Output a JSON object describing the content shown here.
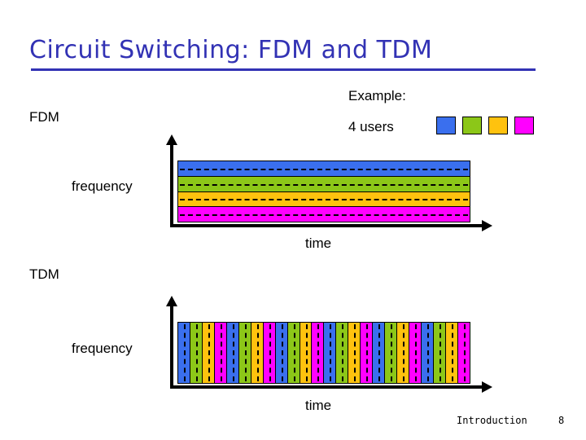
{
  "slide": {
    "title": "Circuit Switching: FDM and TDM",
    "title_color": "#3232b4"
  },
  "labels": {
    "fdm": "FDM",
    "tdm": "TDM",
    "example": "Example:",
    "users": "4 users"
  },
  "legend": {
    "swatches": [
      {
        "name": "user-1",
        "color": "#3a6fee"
      },
      {
        "name": "user-2",
        "color": "#8cc718"
      },
      {
        "name": "user-3",
        "color": "#ffc20e"
      },
      {
        "name": "user-4",
        "color": "#ff00ff"
      }
    ]
  },
  "footer": {
    "source": "Introduction",
    "page": "8"
  },
  "chart_data": [
    {
      "type": "bar",
      "name": "fdm-diagram",
      "title": "FDM",
      "xlabel": "time",
      "ylabel": "frequency",
      "grid": false,
      "legend_position": "top-right",
      "orientation": "horizontal-bands",
      "categories": [
        "user-1",
        "user-2",
        "user-3",
        "user-4"
      ],
      "values": [
        1,
        1,
        1,
        1
      ],
      "bands": [
        {
          "user": "user-1",
          "color": "#3a6fee",
          "dashed_center": true
        },
        {
          "user": "user-2",
          "color": "#8cc718",
          "dashed_center": true
        },
        {
          "user": "user-3",
          "color": "#ffc20e",
          "dashed_center": true
        },
        {
          "user": "user-4",
          "color": "#ff00ff",
          "dashed_center": true
        }
      ]
    },
    {
      "type": "bar",
      "name": "tdm-diagram",
      "title": "TDM",
      "xlabel": "time",
      "ylabel": "frequency",
      "grid": false,
      "legend_position": "top-right",
      "orientation": "vertical-slots",
      "categories": [
        "user-1",
        "user-2",
        "user-3",
        "user-4"
      ],
      "cycles": 6,
      "slots": [
        {
          "user": "user-1",
          "color": "#3a6fee",
          "dashed_center": true
        },
        {
          "user": "user-2",
          "color": "#8cc718",
          "dashed_center": true
        },
        {
          "user": "user-3",
          "color": "#ffc20e",
          "dashed_center": true
        },
        {
          "user": "user-4",
          "color": "#ff00ff",
          "dashed_center": true
        },
        {
          "user": "user-1",
          "color": "#3a6fee",
          "dashed_center": true
        },
        {
          "user": "user-2",
          "color": "#8cc718",
          "dashed_center": true
        },
        {
          "user": "user-3",
          "color": "#ffc20e",
          "dashed_center": true
        },
        {
          "user": "user-4",
          "color": "#ff00ff",
          "dashed_center": true
        },
        {
          "user": "user-1",
          "color": "#3a6fee",
          "dashed_center": true
        },
        {
          "user": "user-2",
          "color": "#8cc718",
          "dashed_center": true
        },
        {
          "user": "user-3",
          "color": "#ffc20e",
          "dashed_center": true
        },
        {
          "user": "user-4",
          "color": "#ff00ff",
          "dashed_center": true
        },
        {
          "user": "user-1",
          "color": "#3a6fee",
          "dashed_center": true
        },
        {
          "user": "user-2",
          "color": "#8cc718",
          "dashed_center": true
        },
        {
          "user": "user-3",
          "color": "#ffc20e",
          "dashed_center": true
        },
        {
          "user": "user-4",
          "color": "#ff00ff",
          "dashed_center": true
        },
        {
          "user": "user-1",
          "color": "#3a6fee",
          "dashed_center": true
        },
        {
          "user": "user-2",
          "color": "#8cc718",
          "dashed_center": true
        },
        {
          "user": "user-3",
          "color": "#ffc20e",
          "dashed_center": true
        },
        {
          "user": "user-4",
          "color": "#ff00ff",
          "dashed_center": true
        },
        {
          "user": "user-1",
          "color": "#3a6fee",
          "dashed_center": true
        },
        {
          "user": "user-2",
          "color": "#8cc718",
          "dashed_center": true
        },
        {
          "user": "user-3",
          "color": "#ffc20e",
          "dashed_center": true
        },
        {
          "user": "user-4",
          "color": "#ff00ff",
          "dashed_center": true
        }
      ]
    }
  ]
}
